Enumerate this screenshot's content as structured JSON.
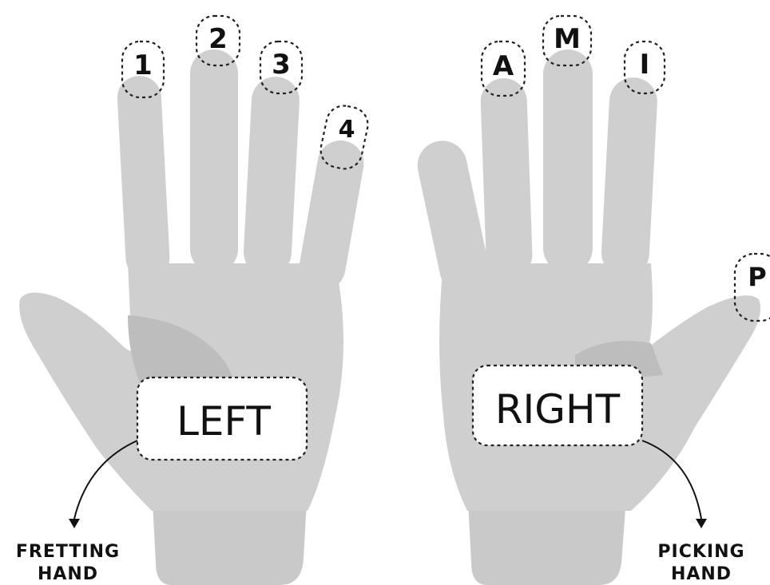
{
  "left_hand": {
    "label": "LEFT",
    "finger_labels": [
      "1",
      "2",
      "3",
      "4"
    ],
    "caption_line1": "FRETTING",
    "caption_line2": "HAND"
  },
  "right_hand": {
    "label": "RIGHT",
    "finger_labels": [
      "A",
      "M",
      "I"
    ],
    "thumb_label": "P",
    "caption_line1": "PICKING",
    "caption_line2": "HAND"
  },
  "colors": {
    "hand": "#cfcfcf",
    "shade": "#bdbdbd",
    "text": "#111111",
    "background": "#ffffff"
  }
}
